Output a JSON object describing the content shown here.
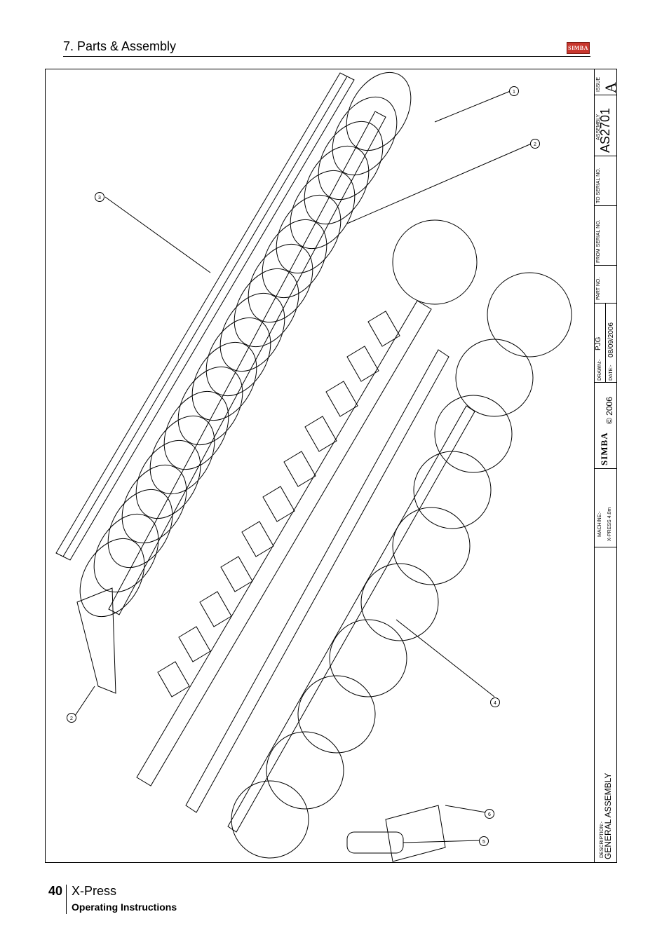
{
  "header": {
    "section_title": "7. Parts & Assembly",
    "logo_text": "SIMBA"
  },
  "title_block": {
    "issue_label": "ISSUE",
    "issue_value": "A",
    "assembly_label": "ASSEMBLY",
    "assembly_value": "AS2701",
    "to_serial_label": "TO SERIAL NO.",
    "from_serial_label": "FROM SERIAL NO.",
    "part_no_label": "PART NO.",
    "drawn_label": "DRAWN:-",
    "drawn_value": "PJG",
    "date_label": "DATE:-",
    "date_value": "08/09/2006",
    "copyright": "© 2006",
    "brand": "SIMBA",
    "machine_label": "MACHINE:-",
    "machine_value": "X-PRESS 4.0m",
    "description_label": "DESCRIPTION:-",
    "description_value": "GENERAL ASSEMBLY"
  },
  "callouts": [
    "1",
    "2",
    "3",
    "2",
    "4",
    "6",
    "5"
  ],
  "footer": {
    "page_number": "40",
    "product": "X-Press",
    "subtitle": "Operating Instructions"
  },
  "colors": {
    "logo_red": "#c8362d",
    "line": "#000000"
  }
}
